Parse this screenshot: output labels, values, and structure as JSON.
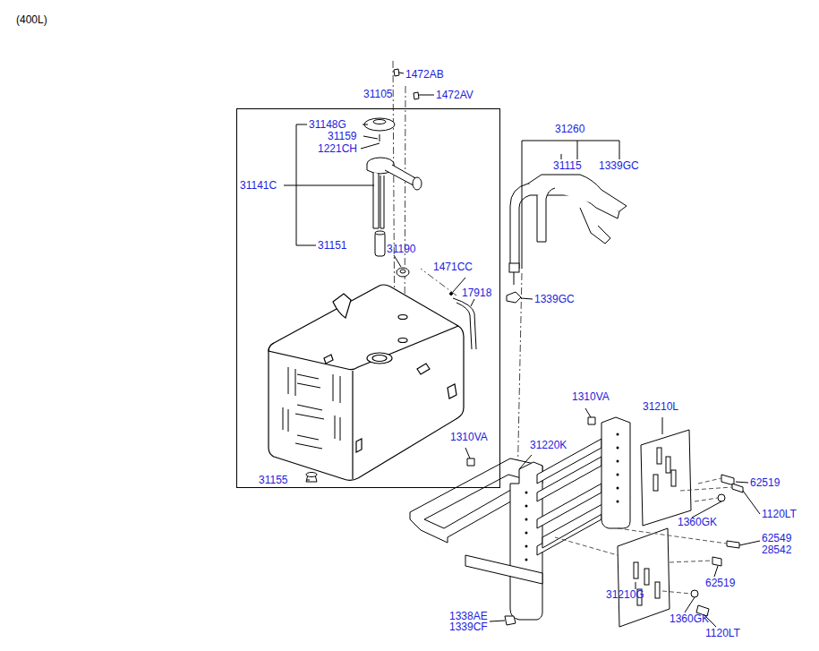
{
  "diagram": {
    "nodes": [
      {
        "text": [
          "31105"
        ]
      }
    ],
    "edges": [],
    "labels": [
      "(400L)",
      "1472AB",
      "1472AV",
      "31148G",
      "31159",
      "1221CH",
      "31141C",
      "31151",
      "31190",
      "1471CC",
      "17918",
      "1339GC",
      "31260",
      "31115",
      "1339GC",
      "31155",
      "1310VA",
      "31210L",
      "1310VA",
      "31220K",
      "62519",
      "1360GK",
      "1120LT",
      "62549",
      "28542",
      "62519",
      "31210G",
      "1360GK",
      "1120LT",
      "1338AE",
      "1339CF"
    ]
  }
}
